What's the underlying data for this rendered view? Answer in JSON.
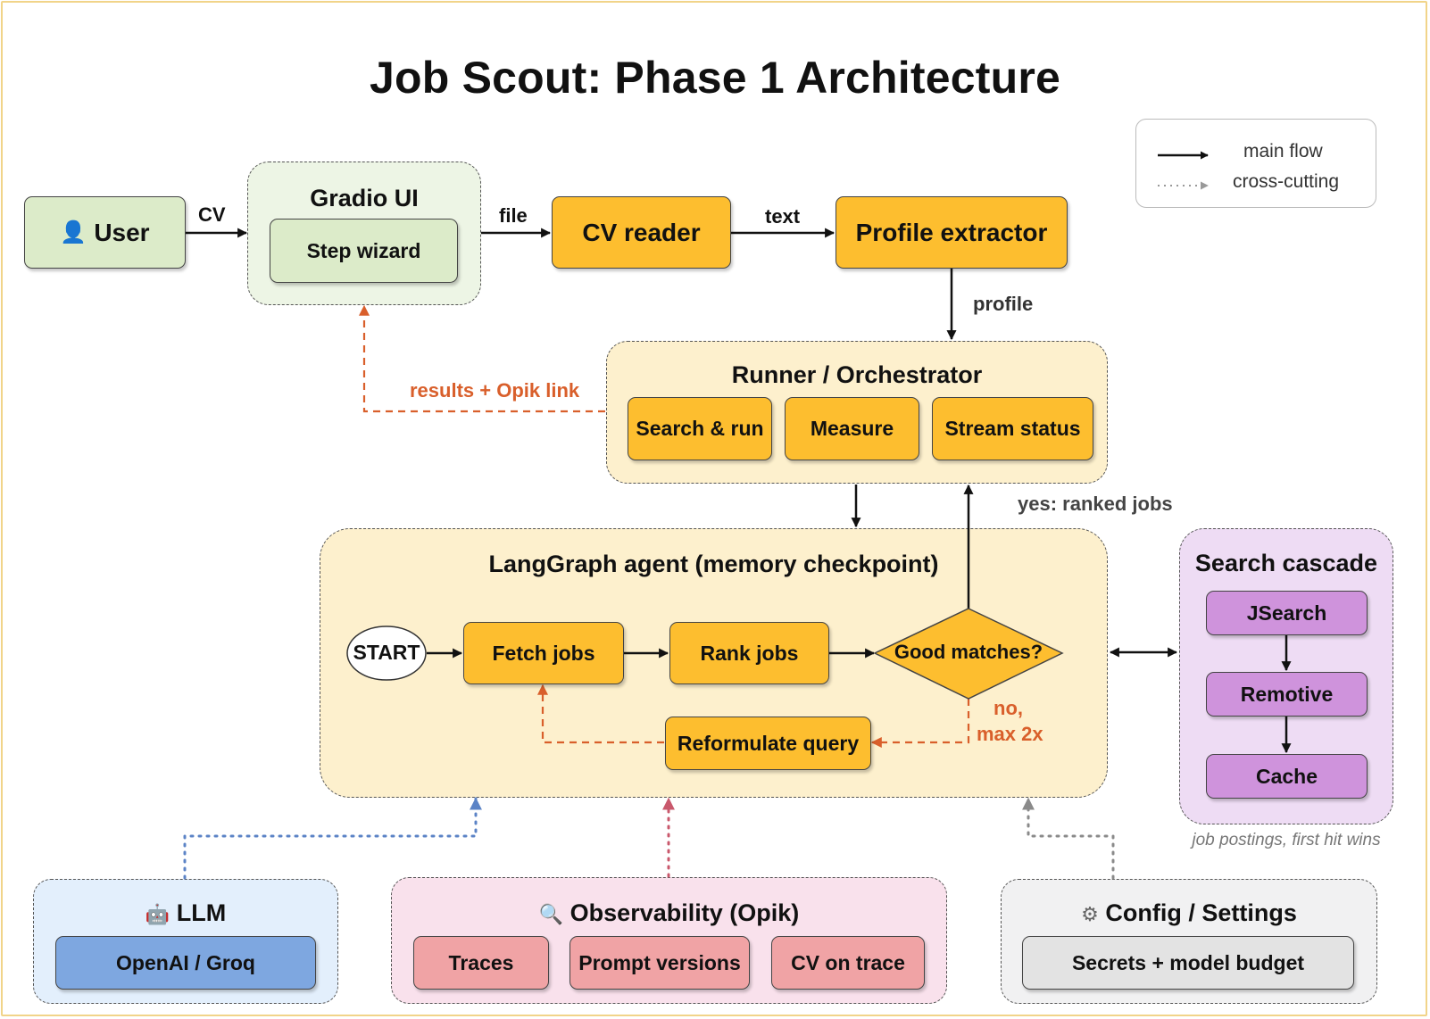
{
  "title": "Job Scout: Phase 1 Architecture",
  "legend": {
    "main_flow": "main flow",
    "cross_cutting": "cross-cutting"
  },
  "nodes": {
    "user": {
      "icon": "user-icon",
      "label": "User"
    },
    "gradio": {
      "title": "Gradio UI",
      "child": "Step wizard"
    },
    "cv_reader": "CV reader",
    "profile_extractor": "Profile extractor",
    "runner": {
      "title": "Runner / Orchestrator",
      "children": [
        "Search & run",
        "Measure",
        "Stream status"
      ]
    },
    "agent": {
      "title": "LangGraph agent (memory checkpoint)",
      "start": "START",
      "fetch": "Fetch jobs",
      "rank": "Rank jobs",
      "decision": "Good matches?",
      "reformulate": "Reformulate query"
    },
    "search_cascade": {
      "title": "Search cascade",
      "items": [
        "JSearch",
        "Remotive",
        "Cache"
      ],
      "caption": "job postings, first hit wins"
    },
    "llm": {
      "icon": "robot-icon",
      "title": "LLM",
      "child": "OpenAI / Groq"
    },
    "observability": {
      "icon": "magnifier-icon",
      "title": "Observability (Opik)",
      "children": [
        "Traces",
        "Prompt versions",
        "CV on trace"
      ]
    },
    "config": {
      "icon": "gear-icon",
      "title": "Config / Settings",
      "child": "Secrets + model budget"
    }
  },
  "edge_labels": {
    "cv": "CV",
    "file": "file",
    "text": "text",
    "profile": "profile",
    "results": "results + Opik link",
    "yes": "yes: ranked jobs",
    "no_line1": "no,",
    "no_line2": "max 2x"
  },
  "colors": {
    "orange": "#fdbe2f",
    "green": "#dcebc9",
    "purple": "#cf93dc",
    "blue": "#7ea7e0",
    "pink": "#f0a3a5",
    "grey": "#e3e3e3",
    "feedback": "#d95f2b",
    "llm_link": "#5b83c6",
    "opik_link": "#c9586c",
    "config_link": "#8a8a8a"
  }
}
